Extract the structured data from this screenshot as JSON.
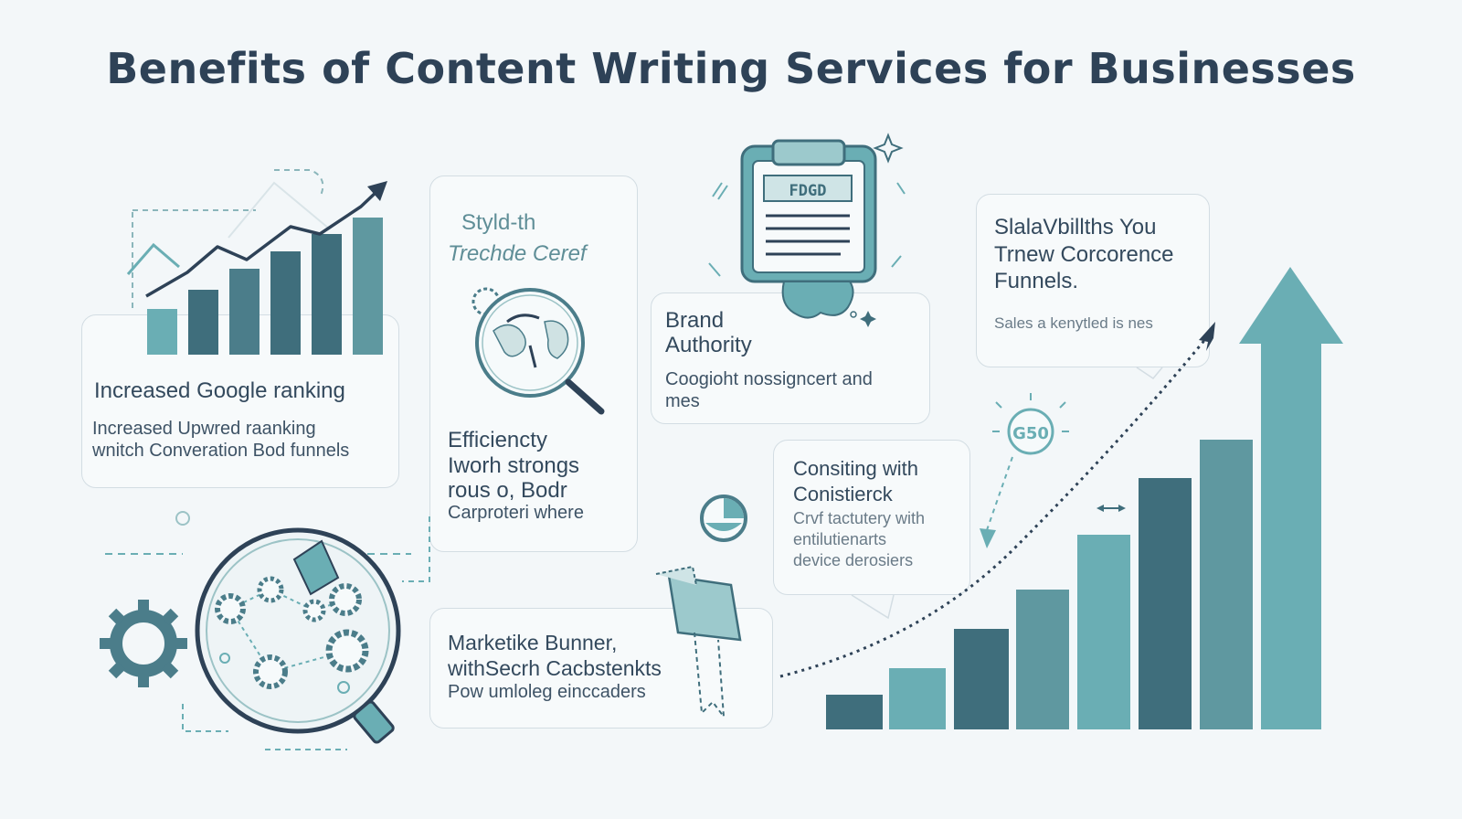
{
  "title": "Benefits of Content Writing Services for Businesses",
  "cards": {
    "google": {
      "heading": "Increased Google ranking",
      "line1": "Increased Upwred raanking",
      "line2": "wnitch Converation Bod funnels"
    },
    "efficiency": {
      "top1": "Styld-th",
      "top2": "Trechde Ceref",
      "heading": "Efficiencty",
      "line1": "Iworh strongs",
      "line2": "rous o, Bodr",
      "line3": "Carproteri where"
    },
    "brand": {
      "heading1": "Brand",
      "heading2": "Authority",
      "line1": "Coogioht nossigncert and",
      "line2": "mes"
    },
    "scalability": {
      "heading1": "SlalaVbillths You",
      "heading2": "Trnew Corcorence",
      "heading3": "Funnels.",
      "line1": "Sales a kenytled is nes"
    },
    "consistency": {
      "heading1": "Consiting with",
      "heading2": "Conistierck",
      "line1": "Crvf tactutery with",
      "line2": "entilutienarts",
      "line3": "device derosiers"
    },
    "marketing": {
      "line1": "Marketike Bunner,",
      "line2": "withSecrh Cacbstenkts",
      "line3": "Pow umloleg einccaders"
    }
  },
  "clipboard_label": "FDGD",
  "badge_label": "G50",
  "colors": {
    "teal": "#6aaeb4",
    "dark_teal": "#3f6e7c",
    "navy": "#2e4257",
    "border": "#d3dde3"
  },
  "icons": [
    "trend-chart-icon",
    "globe-magnifier-icon",
    "clipboard-icon",
    "magnifier-network-icon",
    "gear-icon",
    "pie-icon",
    "ribbon-icon",
    "up-arrow-icon",
    "badge-icon",
    "airplane-icon"
  ]
}
